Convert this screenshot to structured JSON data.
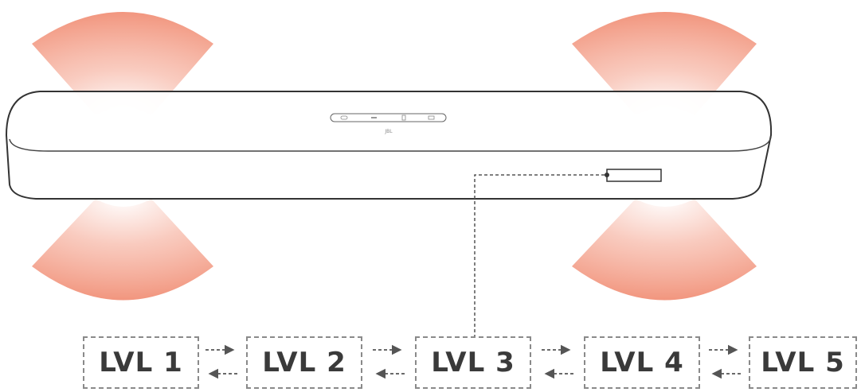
{
  "soundbar": {
    "brand_logo": "JBL",
    "top_panel_icons": [
      "power-icon",
      "volume-down-icon",
      "source-icon",
      "volume-up-icon"
    ]
  },
  "levels": [
    {
      "label": "LVL 1"
    },
    {
      "label": "LVL 2"
    },
    {
      "label": "LVL 3"
    },
    {
      "label": "LVL 4"
    },
    {
      "label": "LVL 5"
    }
  ],
  "colors": {
    "sound_wave": "#f4a08a",
    "outline": "#333333",
    "dashed": "#8a8a8a"
  }
}
